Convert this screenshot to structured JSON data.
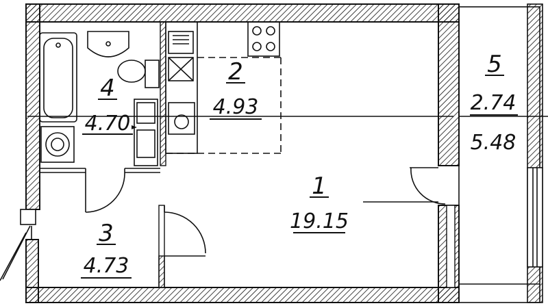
{
  "plan": {
    "rooms": [
      {
        "id": "room-1",
        "number": "1",
        "area": "19.15"
      },
      {
        "id": "room-2",
        "number": "2",
        "area": "4.93"
      },
      {
        "id": "room-3",
        "number": "3",
        "area": "4.73"
      },
      {
        "id": "room-4",
        "number": "4",
        "area": "4.70"
      },
      {
        "id": "room-5",
        "number": "5",
        "area": "2.74",
        "area_secondary": "5.48"
      }
    ]
  }
}
